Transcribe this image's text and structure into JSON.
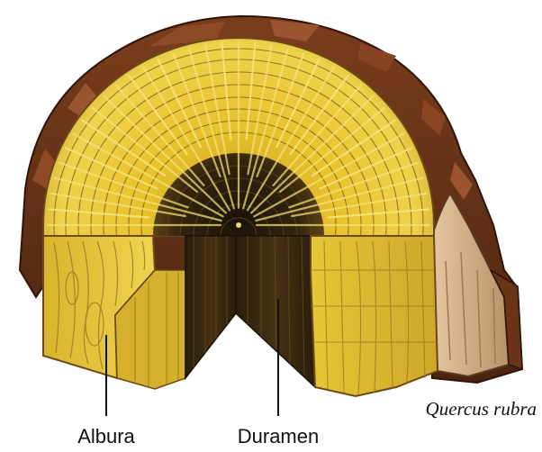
{
  "labels": {
    "sapwood": "Albura",
    "heartwood": "Duramen"
  },
  "species_name": "Quercus rubra",
  "colors": {
    "background": "#ffffff",
    "bark_dark": "#5a2a12",
    "bark_light": "#b4744a",
    "sapwood": "#e8c630",
    "sapwood_light": "#f3da5a",
    "heartwood": "#2a1d0c",
    "heartwood_mid": "#4a3512",
    "ray": "#f7e27a",
    "ring": "#6e5216",
    "inner_bark": "#d9b58a"
  }
}
